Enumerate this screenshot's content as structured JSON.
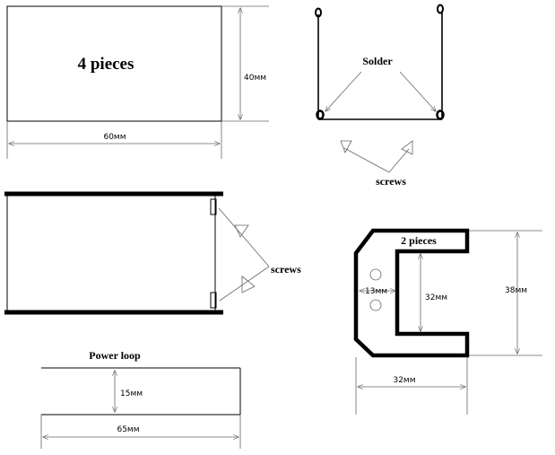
{
  "plate": {
    "label": "4 pieces",
    "width_dim": "60мм",
    "height_dim": "40мм"
  },
  "solder_view": {
    "solder_label": "Solder",
    "screws_label": "screws"
  },
  "side_view": {
    "screws_label": "screws"
  },
  "power_loop": {
    "label": "Power loop",
    "height_dim": "15мм",
    "width_dim": "65мм"
  },
  "bracket": {
    "label": "2 pieces",
    "inner_dim": "13мм",
    "inner_height_dim": "32мм",
    "height_dim": "38мм",
    "width_dim": "32мм"
  }
}
